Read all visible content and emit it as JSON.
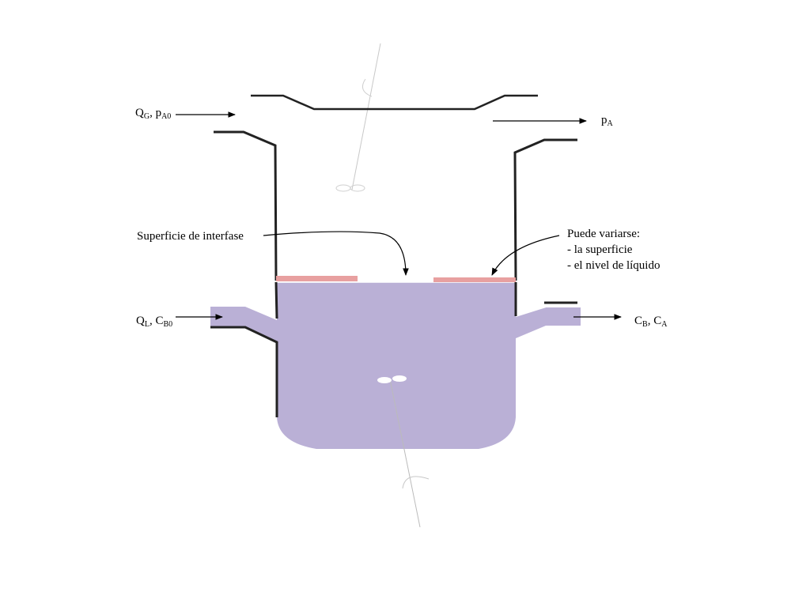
{
  "labels": {
    "gas_in": {
      "q": "Q",
      "q_sub": "G",
      "sep": ", p",
      "p_sub": "A0"
    },
    "gas_out": {
      "p": "p",
      "p_sub": "A"
    },
    "interfase": "Superficie de interfase",
    "note": {
      "title": "Puede variarse:",
      "items": [
        "- la superficie",
        "- el nivel de líquido"
      ]
    },
    "liq_in": {
      "q": "Q",
      "q_sub": "L",
      "sep": ", C",
      "c_sub": "B0"
    },
    "liq_out": {
      "c1": "C",
      "c1_sub": "B",
      "sep": ", C",
      "c2_sub": "A"
    }
  },
  "colors": {
    "liquid": "#bab0d6",
    "interface_patch": "#e8a0a0",
    "outline": "#222222",
    "shaft": "#bbbbbb"
  },
  "icons": {
    "stirrer": "propeller-impeller",
    "arrow": "arrow-right"
  }
}
